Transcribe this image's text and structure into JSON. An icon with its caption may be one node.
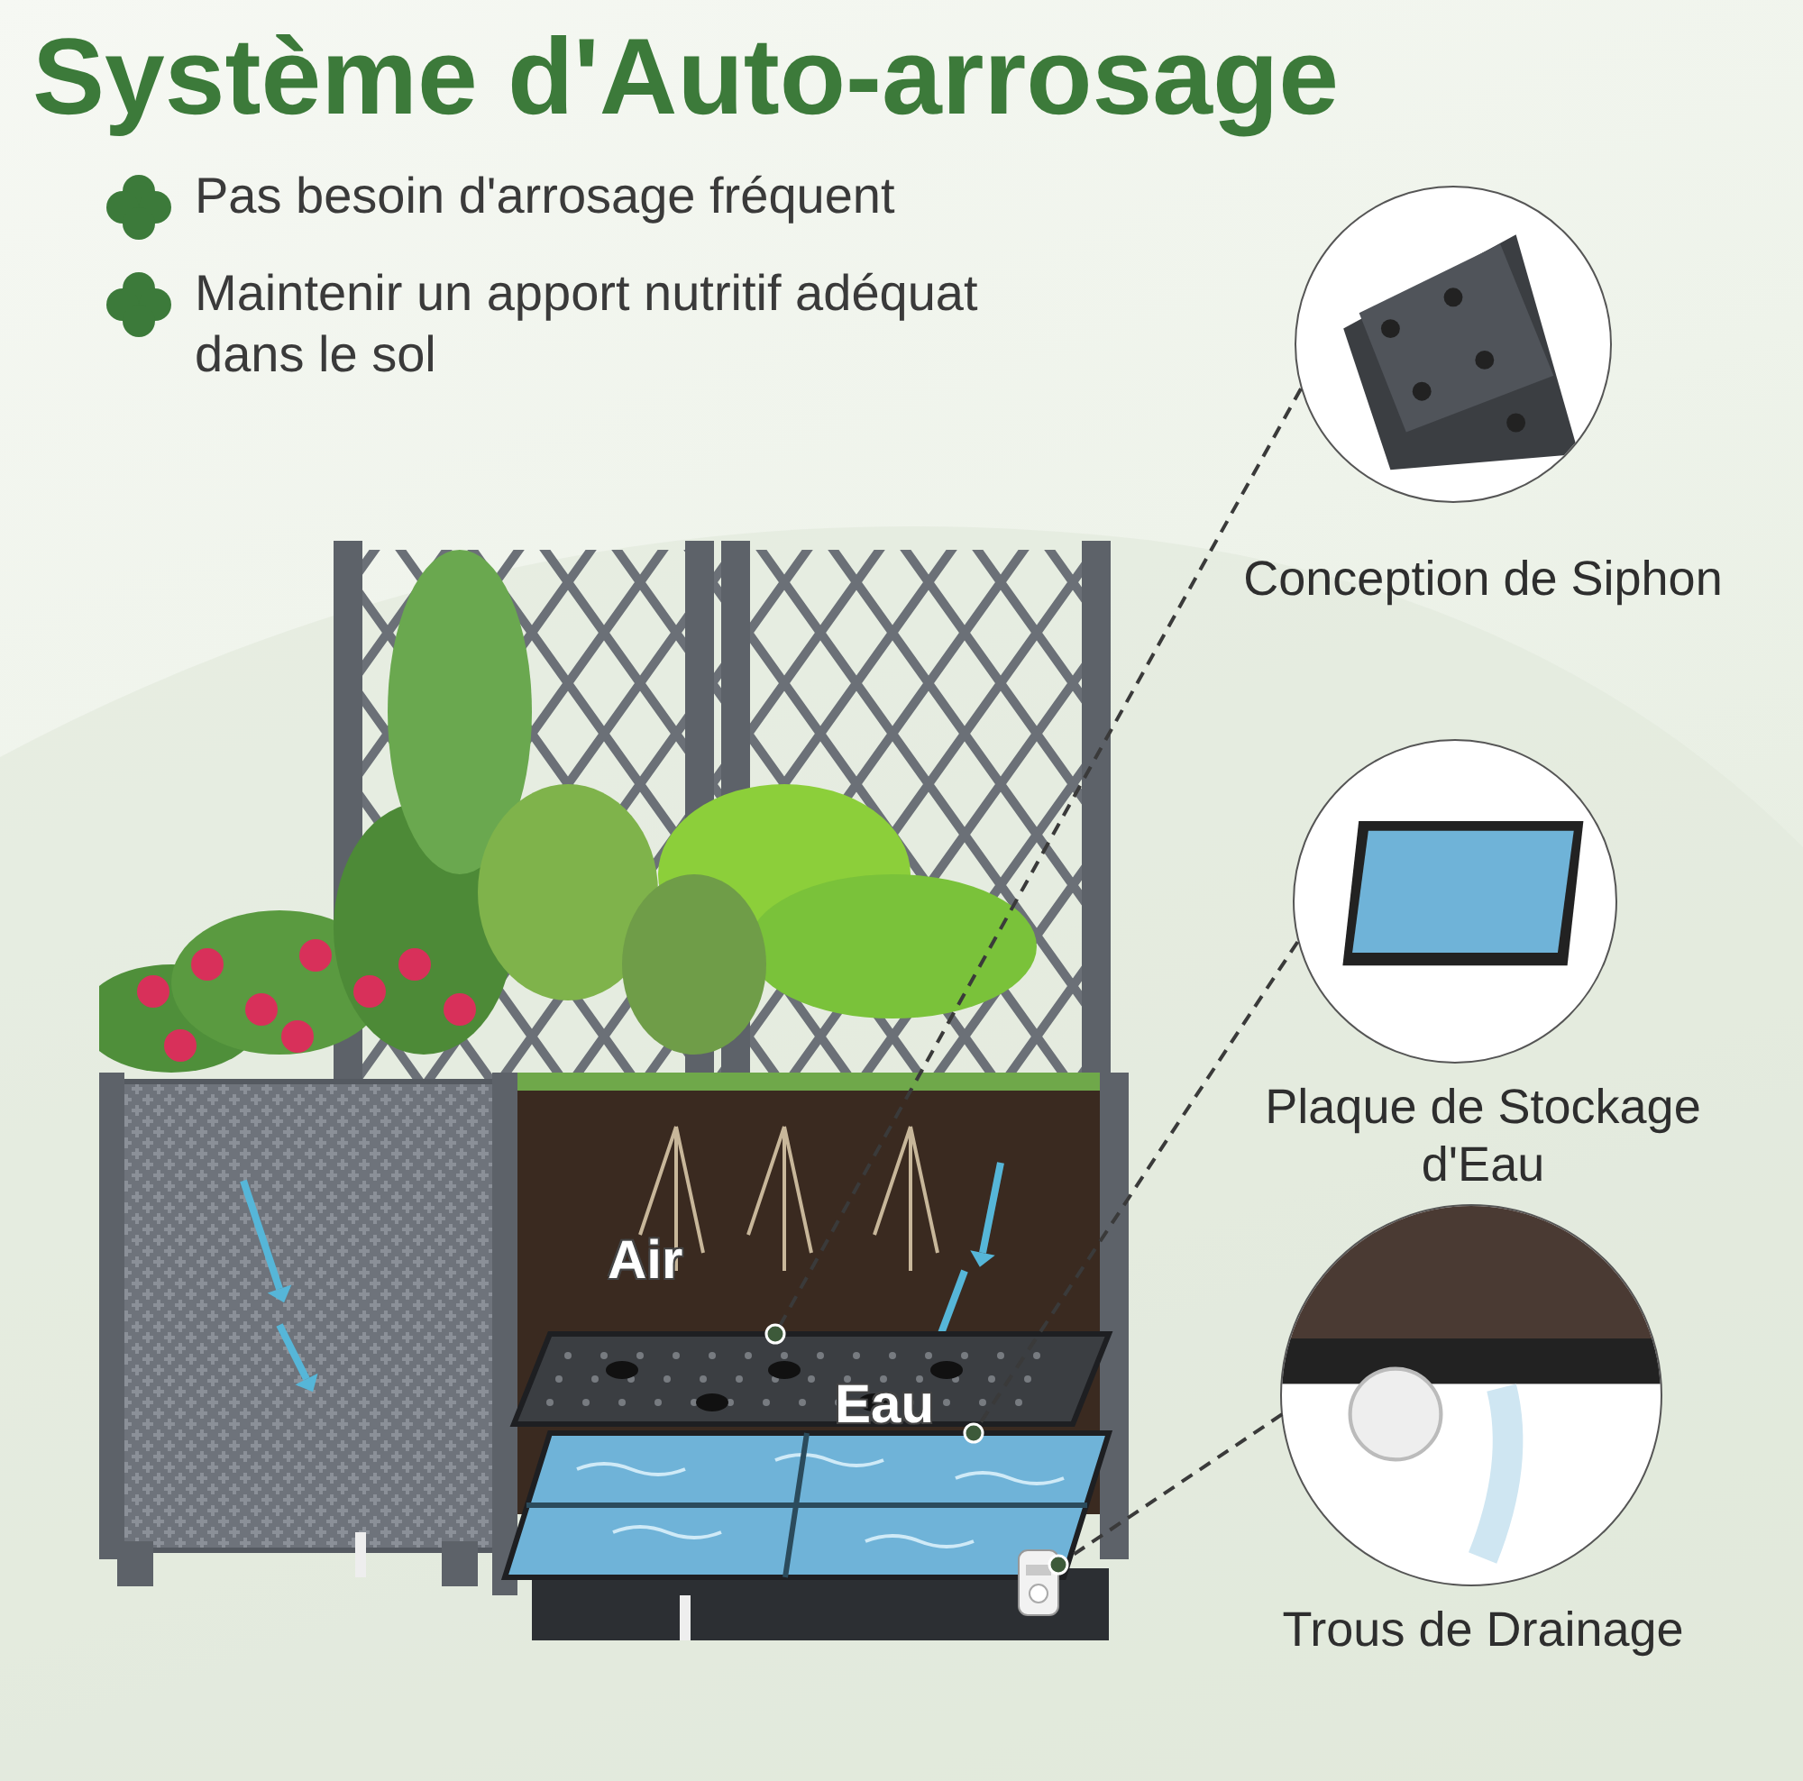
{
  "diagram": {
    "title": "Système d'Auto-arrosage",
    "nodes": [
      {
        "text": [
          "Conception de Siphon"
        ]
      },
      {
        "text": [
          "Plaque de Stockage d'Eau"
        ]
      },
      {
        "text": [
          "Trous de Drainage"
        ]
      },
      {
        "text": [],
        "shape": "picture"
      },
      {
        "text": [],
        "shape": "picture"
      },
      {
        "text": [],
        "shape": "picture"
      }
    ],
    "edges": [
      {
        "from": 0,
        "to": 3,
        "arrow": "other",
        "style": "dashed"
      },
      {
        "from": 1,
        "to": 4,
        "arrow": "other",
        "style": "dashed"
      },
      {
        "from": 2,
        "to": 5,
        "arrow": "other",
        "style": "dashed"
      }
    ],
    "labels": [
      "Pas besoin d'arrosage fréquent",
      "Maintenir un apport nutritif adéquat dans le sol",
      "Air",
      "Eau"
    ]
  }
}
